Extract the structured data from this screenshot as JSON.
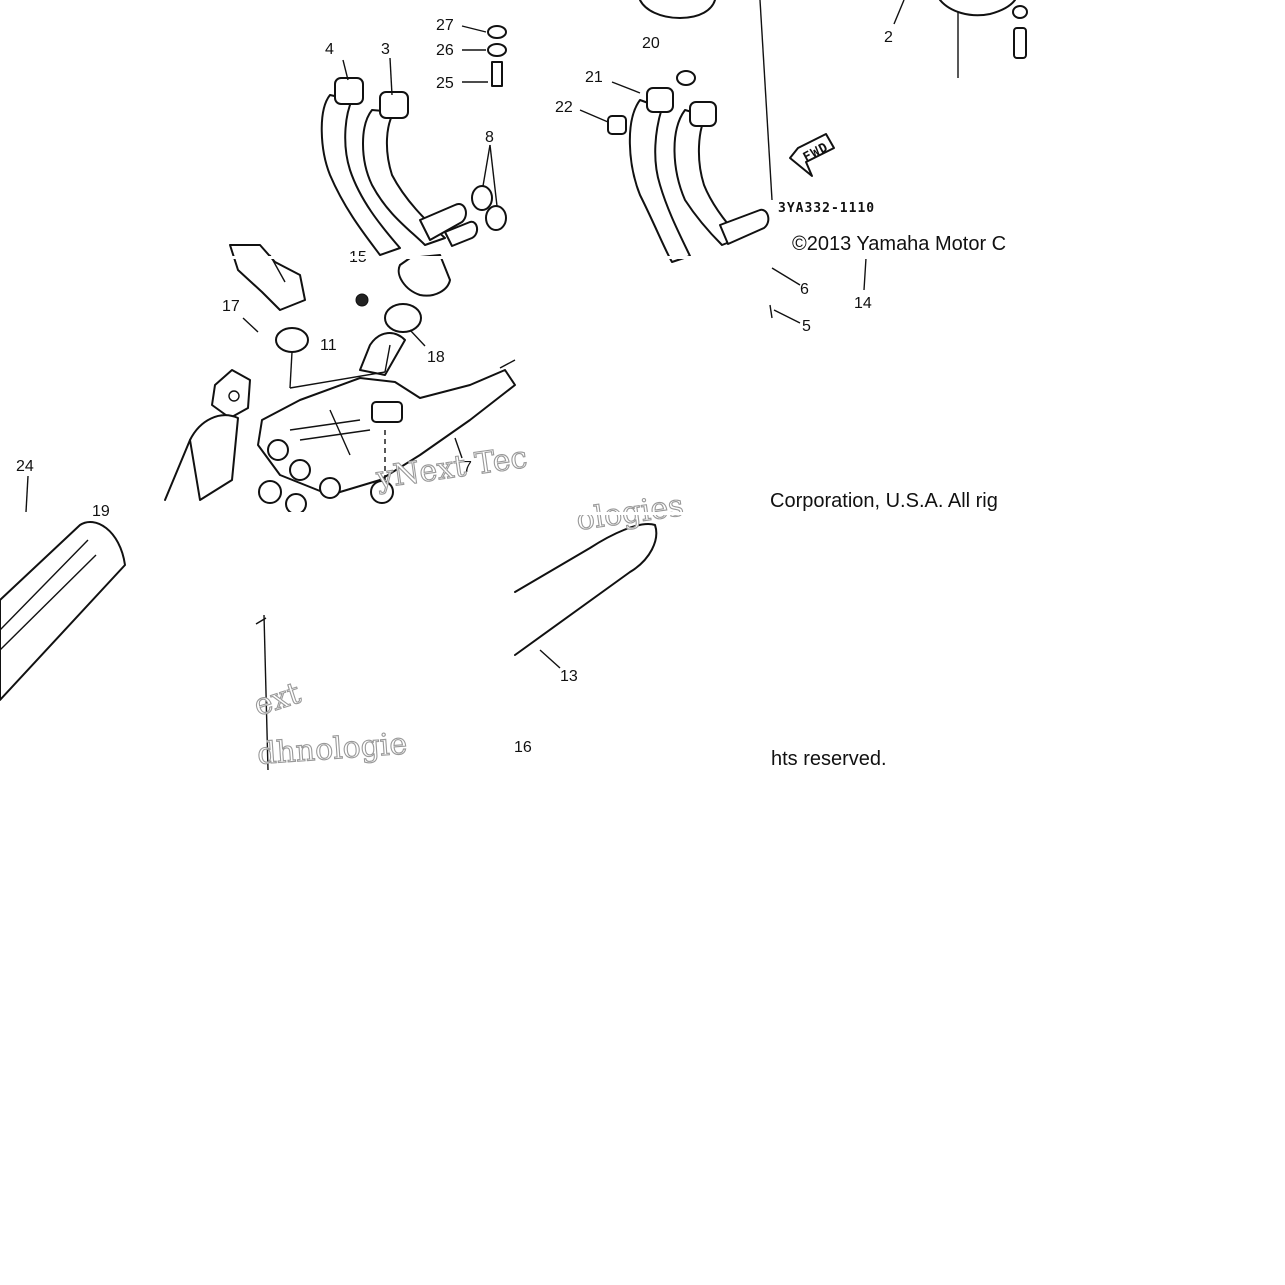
{
  "diagram": {
    "callouts": [
      "27",
      "26",
      "25",
      "4",
      "3",
      "20",
      "21",
      "22",
      "2",
      "8",
      "6",
      "5",
      "14",
      "15",
      "17",
      "11",
      "18",
      "7",
      "24",
      "19",
      "13",
      "16"
    ],
    "part_code": "3YA332-1110",
    "fwd_label": "FWD",
    "copyright_line1": "©2013 Yamaha Motor C",
    "copyright_line2": "Corporation, U.S.A. All rig",
    "copyright_line3": "hts reserved.",
    "watermark_fragments": [
      "yNext Tec",
      "ologies",
      "ext",
      "dhnologie"
    ]
  }
}
